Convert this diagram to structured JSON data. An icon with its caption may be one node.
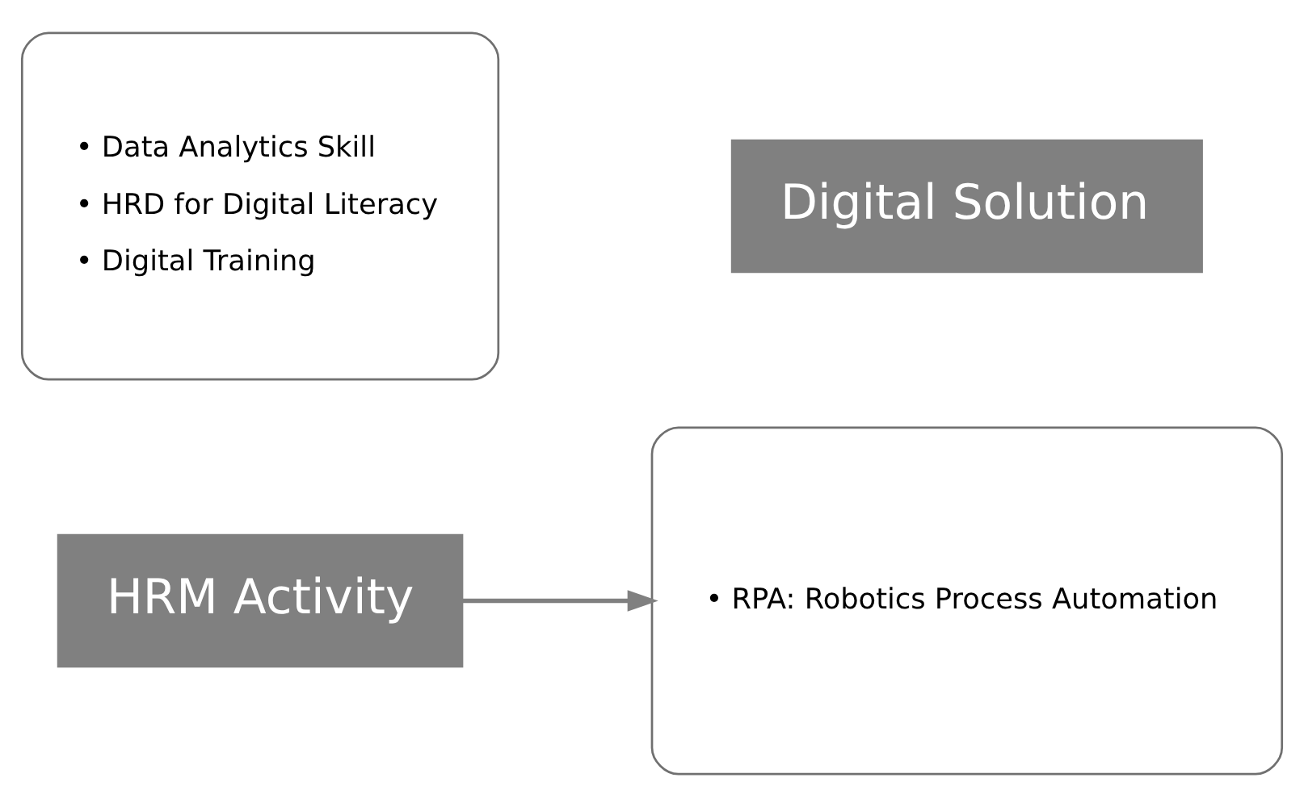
{
  "diagram": {
    "nodes": [
      {
        "text": [
          "• Data Analytics Skill",
          "• HRD for Digital Literacy",
          "• Digital Training"
        ]
      },
      {
        "text": [
          "HRM Activity"
        ]
      },
      {
        "text": [
          "• RPA: Robotics Process Automation"
        ]
      },
      {
        "text": [
          "Digital Solution"
        ]
      }
    ],
    "edges": [
      {
        "from": 1,
        "to": 2,
        "arrow": "to"
      }
    ]
  }
}
